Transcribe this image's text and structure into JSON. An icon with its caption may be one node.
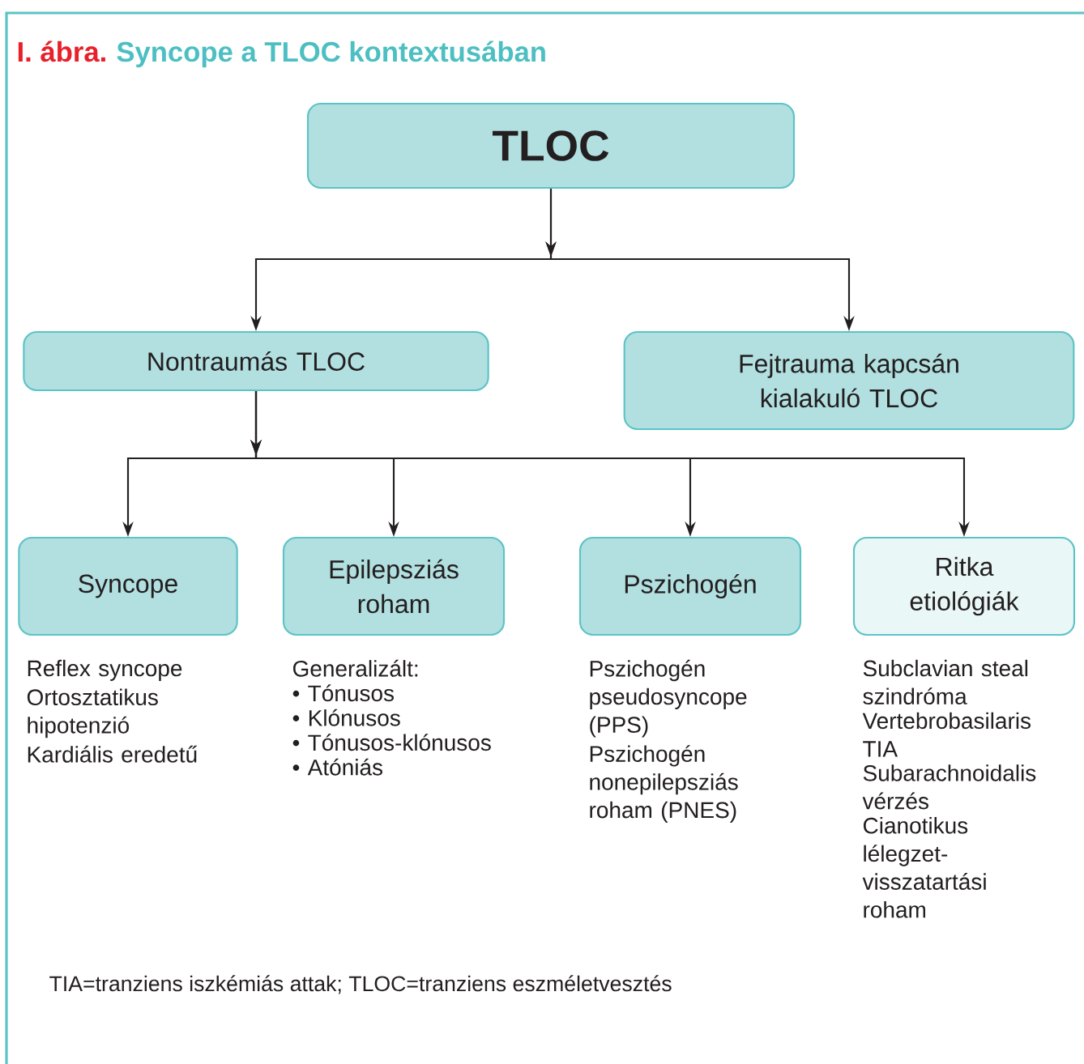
{
  "diagram": {
    "title": "Syncope a TLOC kontextusában",
    "nodes": [
      {
        "text": [
          "TLOC"
        ]
      },
      {
        "text": [
          "Nontraumás TLOC"
        ]
      },
      {
        "text": [
          "Fejtrauma kapcsán kialakuló TLOC"
        ]
      },
      {
        "text": [
          "Syncope"
        ],
        "beside": [
          "Reflex syncope",
          "Ortosztatikus hipotenzió",
          "Kardiális eredetű"
        ]
      },
      {
        "text": [
          "Epilepsziás roham"
        ],
        "beside": [
          "Generalizált:",
          "• Tónusos",
          "• Klónusos",
          "• Tónusos-klónusos",
          "• Atóniás"
        ]
      },
      {
        "text": [
          "Pszichogén"
        ],
        "beside": [
          "Pszichogén pseudosyncope (PPS)",
          "Pszichogén nonepilepsziás roham (PNES)"
        ]
      },
      {
        "text": [
          "Ritka etiológiák"
        ],
        "beside": [
          "Subclavian steal szindróma",
          "Vertebrobasilaris TIA",
          "Subarachnoidalis vérzés",
          "Cianotikus lélegzet-visszatartási roham"
        ]
      }
    ],
    "edges": [
      {
        "from": 0,
        "to": 1,
        "arrow": "to"
      },
      {
        "from": 0,
        "to": 2,
        "arrow": "to"
      },
      {
        "from": 1,
        "to": 3,
        "arrow": "to"
      },
      {
        "from": 1,
        "to": 4,
        "arrow": "to"
      },
      {
        "from": 1,
        "to": 5,
        "arrow": "to"
      },
      {
        "from": 1,
        "to": 6,
        "arrow": "to"
      }
    ],
    "labels": [
      "I. ábra."
    ],
    "caption": "TIA=tranziens iszkémiás attak; TLOC=tranziens eszméletvesztés"
  }
}
